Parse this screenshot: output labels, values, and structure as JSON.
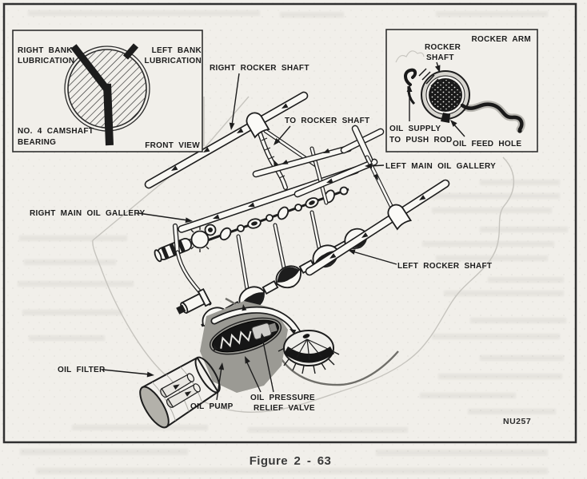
{
  "page": {
    "caption": "Figure 2 - 63",
    "figure_code": "NU257"
  },
  "colors": {
    "paper": "#f1efea",
    "ink": "#1d1d1d",
    "frame": "#2f2f2f",
    "pump_gray": "#9b9a94",
    "ring_gray": "#d8d6d0"
  },
  "inset_camshaft_bearing": {
    "right_bank_line1": "RIGHT BANK",
    "right_bank_line2": "LUBRICATION",
    "left_bank_line1": "LEFT BANK",
    "left_bank_line2": "LUBRICATION",
    "bearing_line1": "NO. 4 CAMSHAFT",
    "bearing_line2": "BEARING",
    "front_view": "FRONT VIEW"
  },
  "inset_rocker_arm": {
    "title": "ROCKER ARM",
    "rocker_shaft_line1": "ROCKER",
    "rocker_shaft_line2": "SHAFT",
    "oil_supply_line1": "OIL SUPPLY",
    "oil_supply_line2": "TO PUSH ROD",
    "oil_feed_hole": "OIL FEED HOLE"
  },
  "diagram_labels": {
    "right_rocker_shaft": "RIGHT ROCKER SHAFT",
    "to_rocker_shaft": "TO ROCKER SHAFT",
    "left_main_oil_gallery": "LEFT MAIN OIL GALLERY",
    "right_main_oil_gallery": "RIGHT MAIN OIL GALLERY",
    "left_rocker_shaft": "LEFT ROCKER SHAFT",
    "oil_filter": "OIL FILTER",
    "oil_pump": "OIL PUMP",
    "oil_pressure_line1": "OIL PRESSURE",
    "oil_pressure_line2": "RELIEF VALVE"
  }
}
